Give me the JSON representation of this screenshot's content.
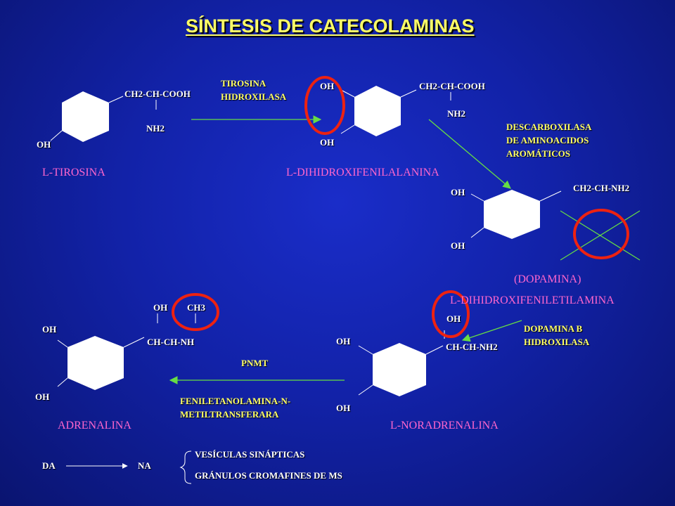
{
  "title": "SÍNTESIS DE CATECOLAMINAS",
  "tirosina": {
    "chain": "CH2-CH-COOH",
    "nh2": "NH2",
    "oh": "OH",
    "name": "L-TIROSINA"
  },
  "enzyme_1": {
    "line1": "TIROSINA",
    "line2": "HIDROXILASA"
  },
  "dopa": {
    "oh_top": "OH",
    "chain": "CH2-CH-COOH",
    "nh2": "NH2",
    "oh_bottom": "OH",
    "name": "L-DIHIDROXIFENILALANINA"
  },
  "enzyme_2": {
    "line1": "DESCARBOXILASA",
    "line2": "DE AMINOACIDOS",
    "line3": "AROMÁTICOS"
  },
  "dopamina": {
    "oh_top": "OH",
    "chain": "CH2-CH-NH2",
    "oh_bottom": "OH",
    "name": "(DOPAMINA)",
    "full_name": "L-DIHIDROXIFENILETILAMINA"
  },
  "enzyme_3": {
    "line1": "DOPAMINA B",
    "line2": "HIDROXILASA"
  },
  "noradrenalina": {
    "oh_chain": "OH",
    "chain": "CH-CH-NH2",
    "oh_top": "OH",
    "oh_bottom": "OH",
    "name": "L-NORADRENALINA"
  },
  "enzyme_4": {
    "abbr": "PNMT",
    "line1": "FENILETANOLAMINA-N-",
    "line2": "METILTRANSFERARA"
  },
  "adrenalina": {
    "oh_chain": "OH",
    "ch3": "CH3",
    "chain": "CH-CH-NH",
    "oh_top": "OH",
    "oh_bottom": "OH",
    "name": "ADRENALINA"
  },
  "footer": {
    "da": "DA",
    "na": "NA",
    "item1": "VESÍCULAS SINÁPTICAS",
    "item2": "GRÁNULOS CROMAFINES DE MS"
  },
  "colors": {
    "title": "#ffff66",
    "label": "#ff66cc",
    "enzyme": "#ffff66",
    "arrow": "#66dd44",
    "circle": "#ee2211"
  }
}
